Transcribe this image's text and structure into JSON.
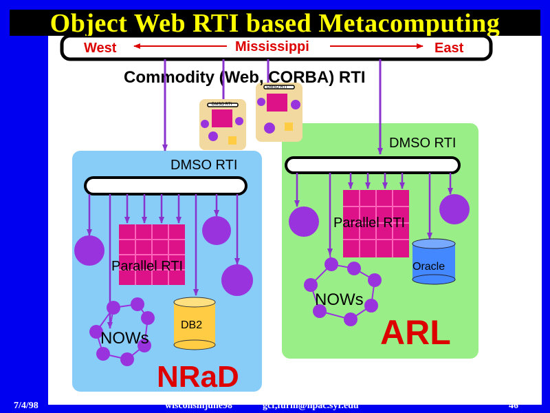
{
  "slide": {
    "title": "Object Web RTI based Metacomputing",
    "footer": {
      "date": "7/4/98",
      "event": "wisconsinjune98",
      "contact": "gcf,furm@npac.syr.edu",
      "page": "46"
    }
  },
  "diagram": {
    "top_bus": {
      "west": "West",
      "middle": "Mississippi",
      "east": "East"
    },
    "commodity_label": "Commodity (Web, CORBA) RTI",
    "left_site": {
      "rti_label": "DMSO RTI",
      "parallel_label": "Parallel RTI",
      "db_label": "DB2",
      "nows_label": "NOWs",
      "site_name": "NRaD"
    },
    "right_site": {
      "rti_label": "DMSO RTI",
      "parallel_label": "Parallel RTI",
      "db_label": "Oracle",
      "nows_label": "NOWs",
      "site_name": "ARL"
    },
    "thumb_label": "DMSO RTI",
    "colors": {
      "background": "#0000f0",
      "title_text": "#ffff00",
      "left_site": "#88ccf8",
      "right_site": "#99ee88",
      "node": "#9933dd",
      "grid": "#dd1188",
      "database": "#ffcc44",
      "oracle": "#4488ff",
      "site_name": "#dd0000"
    }
  }
}
